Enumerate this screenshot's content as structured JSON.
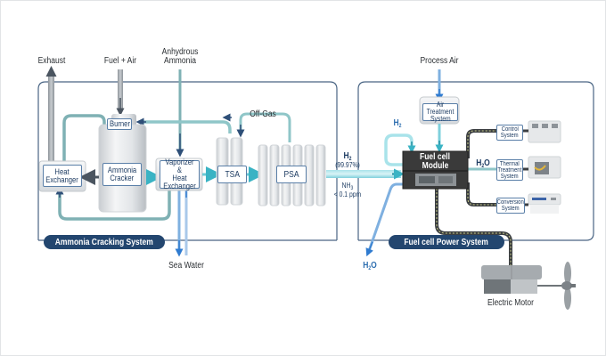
{
  "diagram": {
    "title": "Ammonia cracking and fuel cell power system flow diagram",
    "colors": {
      "system_pill": "#23466f",
      "system_border": "#4a6584",
      "hydrogen_flow": "#7fd0dc",
      "process_flow": "#8fb8b6",
      "water_flow": "#4a90d9",
      "exhaust_flow": "#a0a4a8",
      "label_blue": "#2f6fb0",
      "module_dark": "#3a3a3a"
    },
    "inputs": {
      "exhaust": "Exhaust",
      "fuel_air": "Fuel + Air",
      "anhydrous_ammonia_line1": "Anhydrous",
      "anhydrous_ammonia_line2": "Ammonia",
      "sea_water": "Sea Water",
      "off_gas": "Off-Gas",
      "process_air": "Process Air"
    },
    "ammonia_system": {
      "label": "Ammonia Cracking System",
      "components": {
        "burner": "Burner",
        "heat_exchanger_line1": "Heat",
        "heat_exchanger_line2": "Exchanger",
        "ammonia_cracker_line1": "Ammonia",
        "ammonia_cracker_line2": "Cracker",
        "vaporizer_line1": "Vaporizer &",
        "vaporizer_line2": "Heat",
        "vaporizer_line3": "Exchanger",
        "tsa": "TSA",
        "psa": "PSA"
      }
    },
    "transfer": {
      "h2_label": "H",
      "h2_sub": "2",
      "h2_purity": "(99.97%)",
      "nh3_label": "NH",
      "nh3_sub": "3",
      "nh3_limit": "< 0.1 ppm"
    },
    "fuel_cell_system": {
      "label": "Fuel cell Power System",
      "components": {
        "air_treatment_line1": "Air Treatment",
        "air_treatment_line2": "System",
        "fuel_cell_module_line1": "Fuel cell",
        "fuel_cell_module_line2": "Module",
        "control_line1": "Control",
        "control_line2": "System",
        "thermal_line1": "Thermal",
        "thermal_line2": "Treatment",
        "thermal_line3": "System",
        "conversion_line1": "Conversion",
        "conversion_line2": "System"
      },
      "h2_recirc_label": "H",
      "h2_recirc_sub": "2",
      "h2o_out_label": "H",
      "h2o_out_sub": "2",
      "h2o_out_suffix": "O",
      "h2o_thermal_label": "H",
      "h2o_thermal_sub": "2",
      "h2o_thermal_suffix": "O"
    },
    "output": {
      "electric_motor": "Electric Motor"
    }
  }
}
